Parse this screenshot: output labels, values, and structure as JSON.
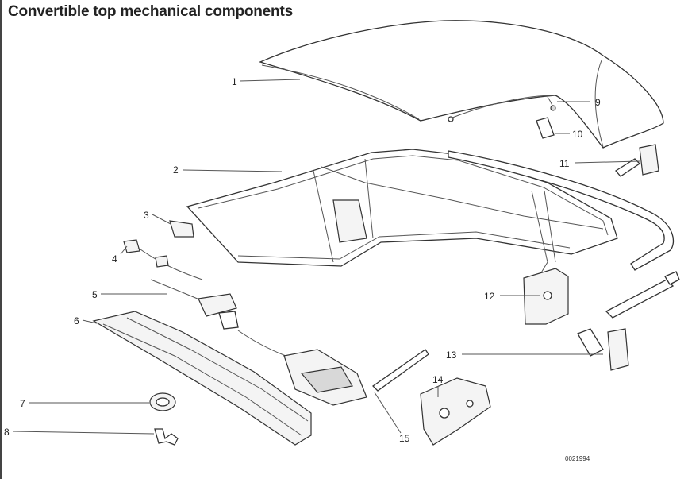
{
  "title": "Convertible top mechanical components",
  "callouts": [
    "1",
    "2",
    "3",
    "4",
    "5",
    "6",
    "7",
    "8",
    "9",
    "10",
    "11",
    "12",
    "13",
    "14",
    "15"
  ],
  "drawing_code": "0021994"
}
